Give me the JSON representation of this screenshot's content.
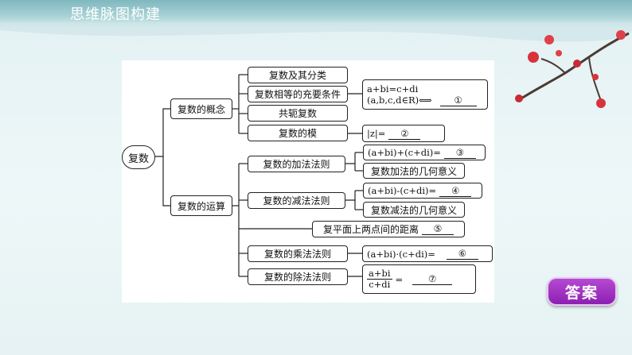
{
  "header": {
    "title": "思维脉图构建"
  },
  "diagram": {
    "root": "复数",
    "concept": {
      "label": "复数的概念",
      "items": [
        "复数及其分类",
        "复数相等的充要条件",
        "共轭复数",
        "复数的模"
      ],
      "equal_formula_line1": "a+bi=c+di",
      "equal_formula_line2": "(a,b,c,d∈R)⟺",
      "equal_blank": "①",
      "modulus_formula": "|z|=",
      "modulus_blank": "②"
    },
    "operation": {
      "label": "复数的运算",
      "add": {
        "label": "复数的加法法则",
        "formula": "(a+bi)+(c+di)=",
        "blank": "③",
        "geometry": "复数加法的几何意义"
      },
      "sub": {
        "label": "复数的减法法则",
        "formula": "(a+bi)-(c+di)=",
        "blank": "④",
        "geometry": "复数减法的几何意义"
      },
      "distance": {
        "label": "复平面上两点间的距离",
        "blank": "⑤"
      },
      "mul": {
        "label": "复数的乘法法则",
        "formula": "(a+bi)·(c+di)=",
        "blank": "⑥"
      },
      "div": {
        "label": "复数的除法法则",
        "numerator": "a+bi",
        "denominator": "c+di",
        "eq": "=",
        "blank": "⑦"
      }
    }
  },
  "answer_button": {
    "label": "答案"
  },
  "colors": {
    "accent": "#9b2fc1",
    "header": "#7fb8bf"
  }
}
